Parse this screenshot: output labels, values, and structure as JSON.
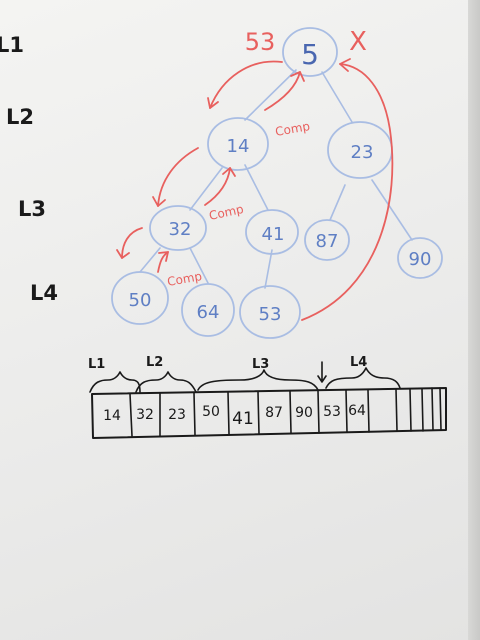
{
  "level_labels": [
    "L1",
    "L2",
    "L3",
    "L4"
  ],
  "root": {
    "value": "5",
    "replaced_value": "53",
    "cross_mark": "X"
  },
  "nodes": [
    {
      "value": "14"
    },
    {
      "value": "23"
    },
    {
      "value": "32"
    },
    {
      "value": "41"
    },
    {
      "value": "87"
    },
    {
      "value": "90"
    },
    {
      "value": "50"
    },
    {
      "value": "64"
    },
    {
      "value": "53"
    }
  ],
  "comparison_notes": [
    "Comp",
    "Comp",
    "Comp"
  ],
  "array_level_labels": [
    "L1",
    "L2",
    "L3",
    "L4"
  ],
  "array_cells": [
    "14",
    "32",
    "23",
    "50",
    "41",
    "87",
    "90",
    "53",
    "64",
    "",
    "",
    "",
    "",
    ""
  ],
  "colors": {
    "ink_blue": "#5f7fc4",
    "node_outline": "#a9bde3",
    "ink_red": "#e8605e",
    "ink_black": "#1a1a1a"
  }
}
